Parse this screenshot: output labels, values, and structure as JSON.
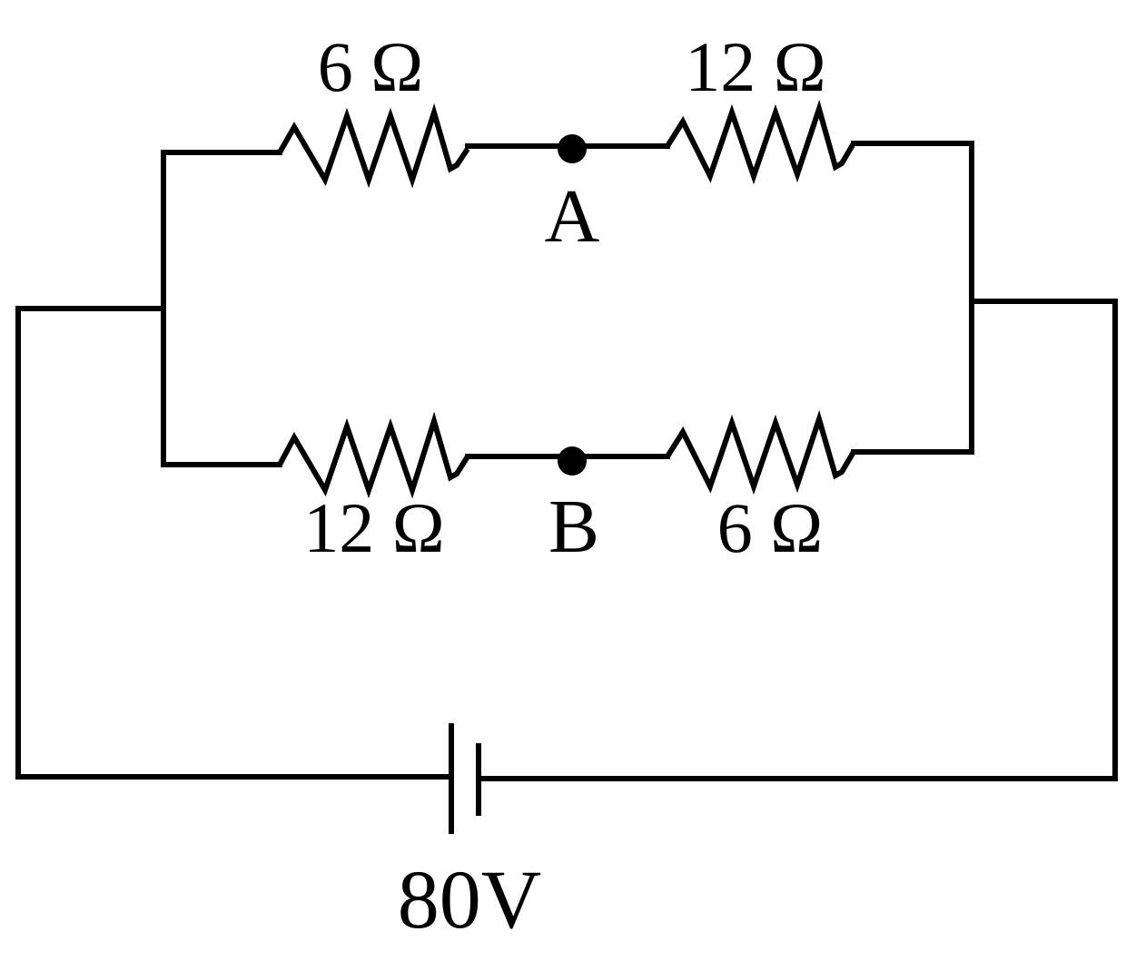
{
  "diagram": {
    "type": "circuit",
    "top_branch": {
      "left_resistor": {
        "label": "6 Ω"
      },
      "right_resistor": {
        "label": "12 Ω"
      },
      "node": {
        "label": "A"
      }
    },
    "bottom_branch": {
      "left_resistor": {
        "label": "12 Ω"
      },
      "right_resistor": {
        "label": "6 Ω"
      },
      "node": {
        "label": "B"
      }
    },
    "battery": {
      "label": "80V"
    }
  }
}
